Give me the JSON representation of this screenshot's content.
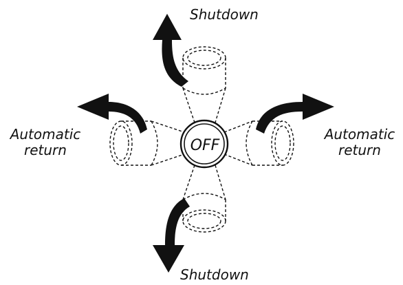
{
  "labels": {
    "up": "Shutdown",
    "down": "Shutdown",
    "left_line1": "Automatic",
    "left_line2": "return",
    "right_line1": "Automatic",
    "right_line2": "return"
  },
  "center_label": "OFF",
  "icons": {
    "up": "curved-arrow-up-icon",
    "down": "curved-arrow-down-icon",
    "left": "curved-arrow-left-icon",
    "right": "curved-arrow-right-icon"
  },
  "colors": {
    "ink": "#111111",
    "background": "#ffffff"
  }
}
